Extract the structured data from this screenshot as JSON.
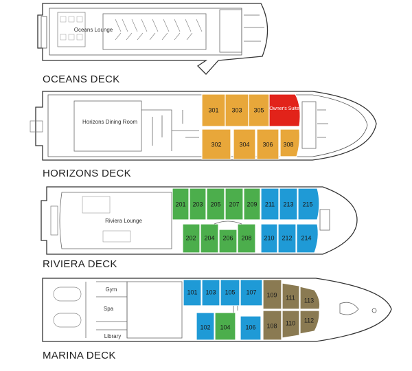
{
  "colors": {
    "gold": "#e8a73a",
    "red": "#e2231a",
    "green": "#4cae4c",
    "blue": "#1f9ad6",
    "olive": "#8a7a52"
  },
  "decks": {
    "oceans": {
      "label": "OCEANS DECK",
      "areas": {
        "lounge": "Oceans Lounge"
      }
    },
    "horizons": {
      "label": "HORIZONS DECK",
      "areas": {
        "dining": "Horizons Dining Room"
      },
      "suite": "Owner's Suite",
      "cabins": [
        {
          "num": "301",
          "color": "gold"
        },
        {
          "num": "303",
          "color": "gold"
        },
        {
          "num": "305",
          "color": "gold"
        },
        {
          "num": "302",
          "color": "gold"
        },
        {
          "num": "304",
          "color": "gold"
        },
        {
          "num": "306",
          "color": "gold"
        },
        {
          "num": "308",
          "color": "gold"
        }
      ]
    },
    "riviera": {
      "label": "RIVIERA DECK",
      "areas": {
        "lounge": "Riviera Lounge"
      },
      "cabins": [
        {
          "num": "201",
          "color": "green"
        },
        {
          "num": "203",
          "color": "green"
        },
        {
          "num": "205",
          "color": "green"
        },
        {
          "num": "207",
          "color": "green"
        },
        {
          "num": "209",
          "color": "green"
        },
        {
          "num": "211",
          "color": "blue"
        },
        {
          "num": "213",
          "color": "blue"
        },
        {
          "num": "215",
          "color": "blue"
        },
        {
          "num": "202",
          "color": "green"
        },
        {
          "num": "204",
          "color": "green"
        },
        {
          "num": "206",
          "color": "green"
        },
        {
          "num": "208",
          "color": "green"
        },
        {
          "num": "210",
          "color": "blue"
        },
        {
          "num": "212",
          "color": "blue"
        },
        {
          "num": "214",
          "color": "blue"
        }
      ]
    },
    "marina": {
      "label": "MARINA DECK",
      "areas": {
        "gym": "Gym",
        "spa": "Spa",
        "library": "Library"
      },
      "cabins": [
        {
          "num": "101",
          "color": "blue"
        },
        {
          "num": "103",
          "color": "blue"
        },
        {
          "num": "105",
          "color": "blue"
        },
        {
          "num": "107",
          "color": "blue"
        },
        {
          "num": "109",
          "color": "olive"
        },
        {
          "num": "111",
          "color": "olive"
        },
        {
          "num": "113",
          "color": "olive"
        },
        {
          "num": "102",
          "color": "blue"
        },
        {
          "num": "104",
          "color": "green"
        },
        {
          "num": "106",
          "color": "blue"
        },
        {
          "num": "108",
          "color": "olive"
        },
        {
          "num": "110",
          "color": "olive"
        },
        {
          "num": "112",
          "color": "olive"
        }
      ]
    }
  }
}
